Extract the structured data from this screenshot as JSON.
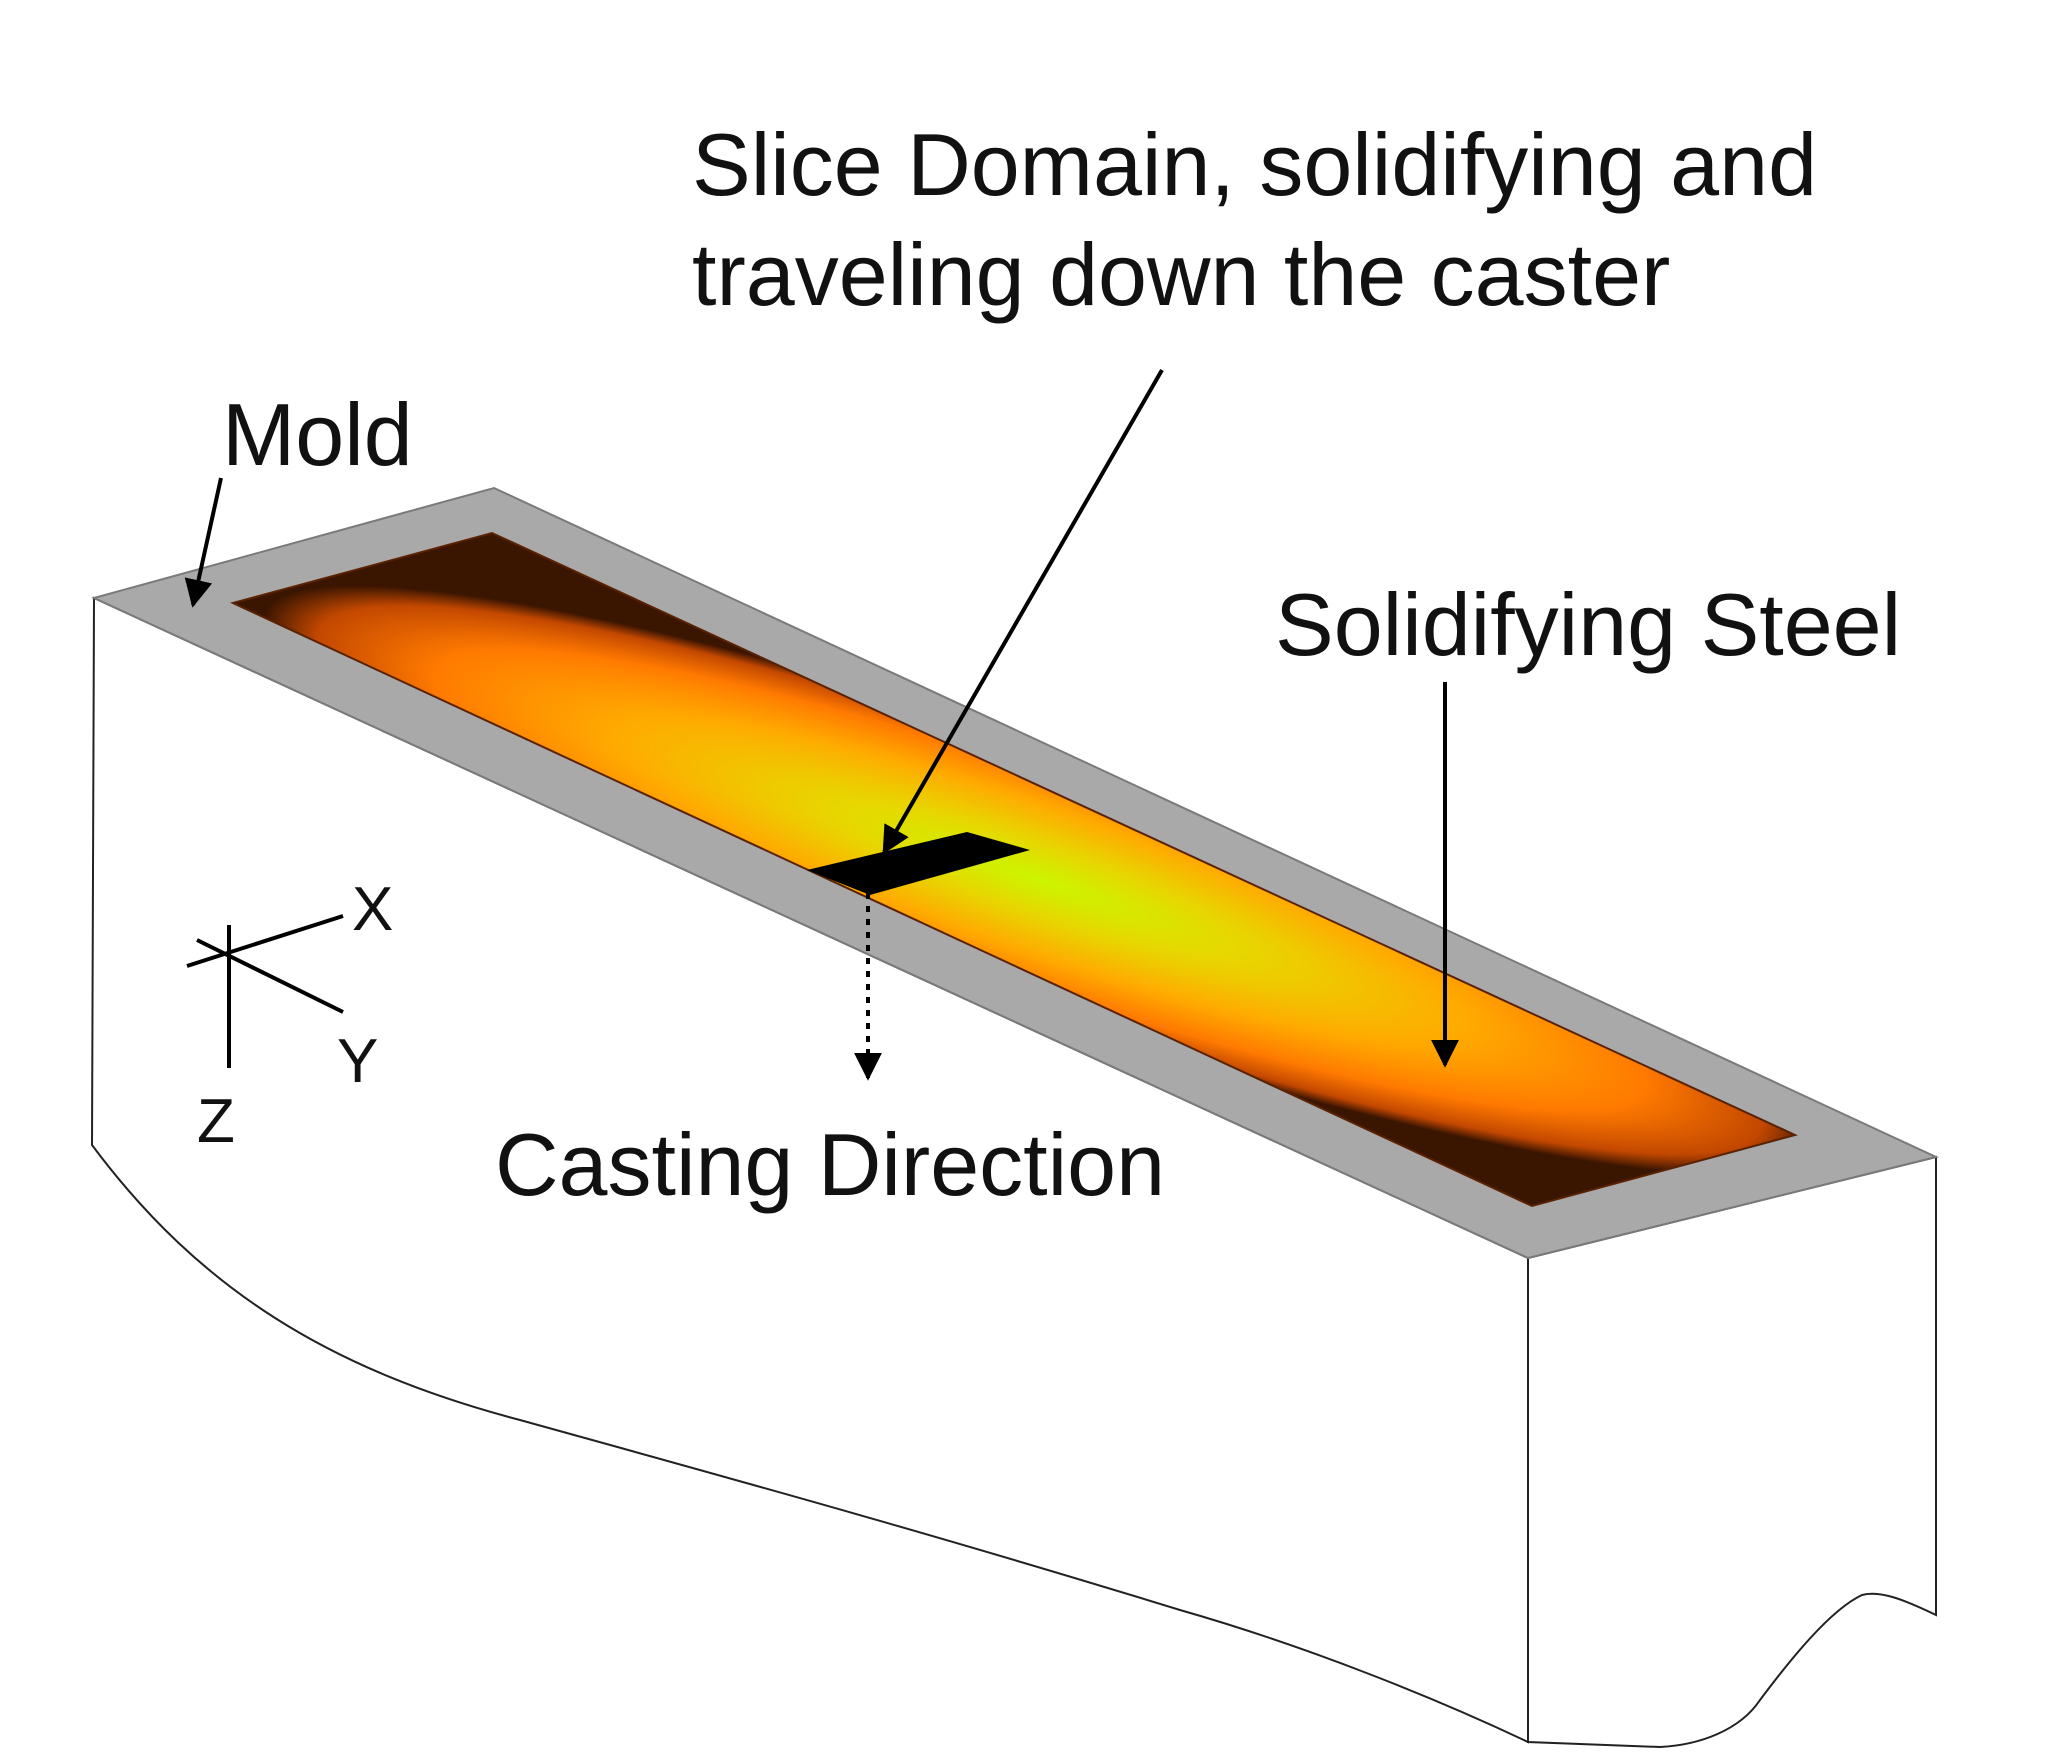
{
  "labels": {
    "slice_domain_line1": "Slice Domain, solidifying and",
    "slice_domain_line2": "traveling down the caster",
    "mold": "Mold",
    "solidifying_steel": "Solidifying Steel",
    "casting_direction": "Casting Direction"
  },
  "axes": {
    "x": "X",
    "y": "Y",
    "z": "Z"
  },
  "colors": {
    "mold_gray": "#a9a9a9",
    "steel_edge": "#3a1500",
    "steel_orange": "#ff7a00",
    "steel_hot": "#ccf500",
    "slice_black": "#000000"
  }
}
